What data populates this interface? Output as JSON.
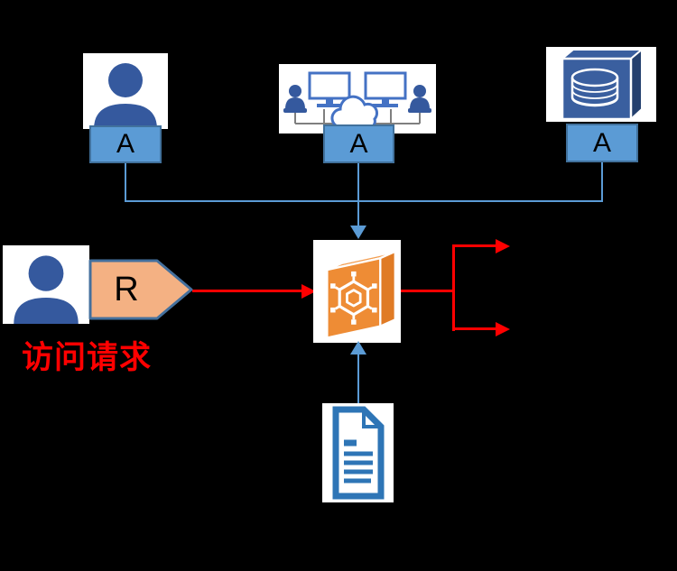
{
  "attribute_nodes": [
    {
      "name": "subject-user",
      "icon": "user-icon",
      "label": "A"
    },
    {
      "name": "network-environment",
      "icon": "network-cloud-icon",
      "label": "A"
    },
    {
      "name": "data-store",
      "icon": "database-box-icon",
      "label": "A"
    }
  ],
  "request": {
    "icon": "user-icon",
    "tag": "R",
    "caption": "访问请求"
  },
  "engine": {
    "icon": "hex-network-box-icon"
  },
  "policy": {
    "icon": "document-icon"
  },
  "edges": [
    {
      "from": "subject-user",
      "to": "engine",
      "color": "#5B9BD5"
    },
    {
      "from": "network-environment",
      "to": "engine",
      "color": "#5B9BD5"
    },
    {
      "from": "data-store",
      "to": "engine",
      "color": "#5B9BD5"
    },
    {
      "from": "request",
      "to": "engine",
      "color": "#FF0000"
    },
    {
      "from": "policy-document",
      "to": "engine",
      "color": "#5B9BD5"
    },
    {
      "from": "engine",
      "to": "output-top",
      "color": "#FF0000"
    },
    {
      "from": "engine",
      "to": "output-bottom",
      "color": "#FF0000"
    }
  ],
  "colors": {
    "background": "#000000",
    "node_bg": "#FFFFFF",
    "attribute_fill": "#5B9BD5",
    "attribute_border": "#41719C",
    "connector_blue": "#5B9BD5",
    "flow_red": "#FF0000",
    "tag_fill": "#F4B183",
    "tag_border": "#44709D",
    "person_blue": "#35599E",
    "document_blue": "#2E75B6",
    "database_blue": "#3A5F9F",
    "database_dark": "#24406E",
    "engine_orange": "#EE8C35",
    "engine_orange_dark": "#E07B25",
    "engine_orange_light": "#F39E51",
    "monitor_blue": "#4472C4",
    "line_gray": "#7F7F7F",
    "label_text": "#000000"
  }
}
